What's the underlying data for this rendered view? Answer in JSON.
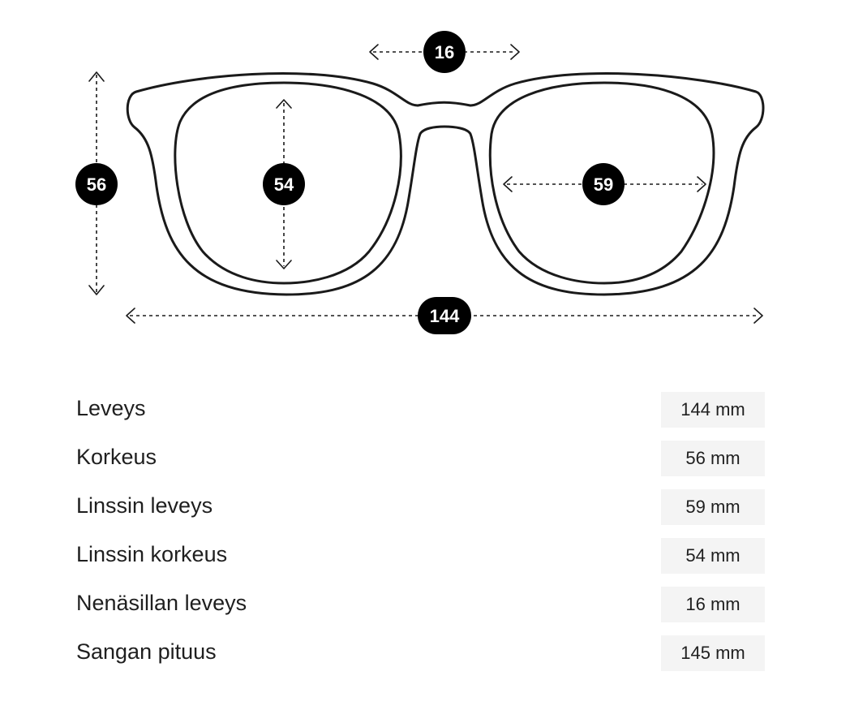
{
  "diagram": {
    "bridge_width": "16",
    "total_height": "56",
    "lens_height": "54",
    "lens_width": "59",
    "total_width": "144"
  },
  "specs": [
    {
      "label": "Leveys",
      "value": "144 mm"
    },
    {
      "label": "Korkeus",
      "value": "56 mm"
    },
    {
      "label": "Linssin leveys",
      "value": "59 mm"
    },
    {
      "label": "Linssin korkeus",
      "value": "54 mm"
    },
    {
      "label": "Nenäsillan leveys",
      "value": "16 mm"
    },
    {
      "label": "Sangan pituus",
      "value": "145 mm"
    }
  ]
}
